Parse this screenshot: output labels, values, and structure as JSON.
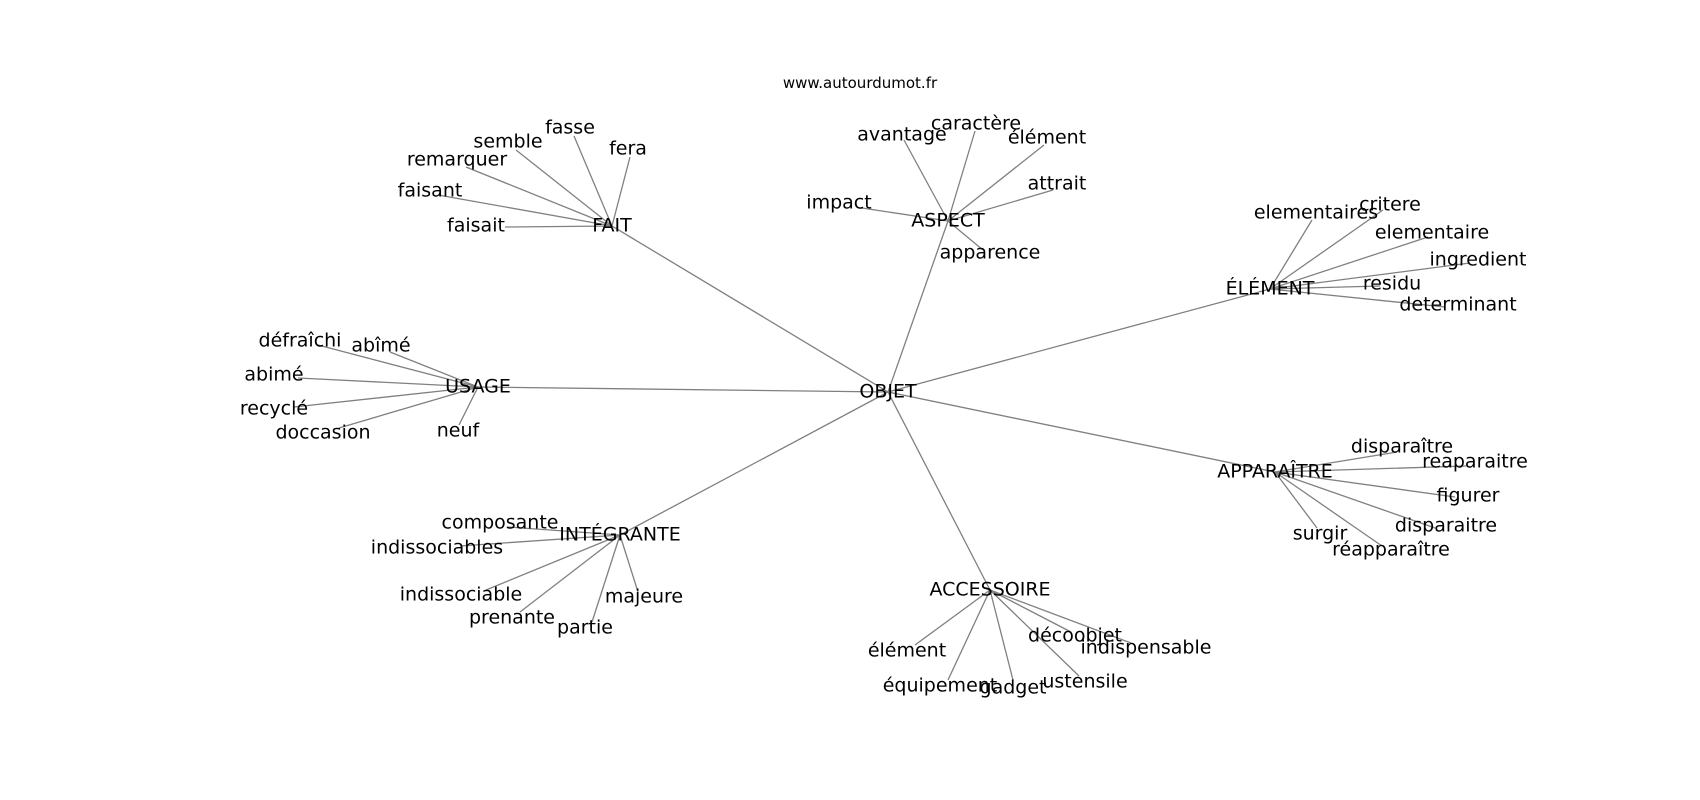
{
  "source": "www.autourdumot.fr",
  "center": "OBJET",
  "hubs": [
    {
      "id": "fait",
      "label": "FAIT",
      "words": [
        "fasse",
        "fera",
        "semble",
        "remarquer",
        "faisant",
        "faisait"
      ]
    },
    {
      "id": "aspect",
      "label": "ASPECT",
      "words": [
        "avantage",
        "caractère",
        "élément",
        "attrait",
        "impact",
        "apparence"
      ]
    },
    {
      "id": "element",
      "label": "ÉLÉMENT",
      "words": [
        "elementaires",
        "critere",
        "elementaire",
        "ingredient",
        "residu",
        "determinant"
      ]
    },
    {
      "id": "usage",
      "label": "USAGE",
      "words": [
        "défraîchi",
        "abîmé",
        "abimé",
        "recyclé",
        "doccasion",
        "neuf"
      ]
    },
    {
      "id": "apparaitre",
      "label": "APPARAÎTRE",
      "words": [
        "disparaître",
        "reaparaitre",
        "figurer",
        "disparaitre",
        "surgir",
        "réapparaître"
      ]
    },
    {
      "id": "integrante",
      "label": "INTÉGRANTE",
      "words": [
        "composante",
        "indissociables",
        "indissociable",
        "prenante",
        "partie",
        "majeure"
      ]
    },
    {
      "id": "accessoire",
      "label": "ACCESSOIRE",
      "words": [
        "élément",
        "équipement",
        "gadget",
        "ustensile",
        "décoobjet",
        "indispensable"
      ]
    }
  ]
}
